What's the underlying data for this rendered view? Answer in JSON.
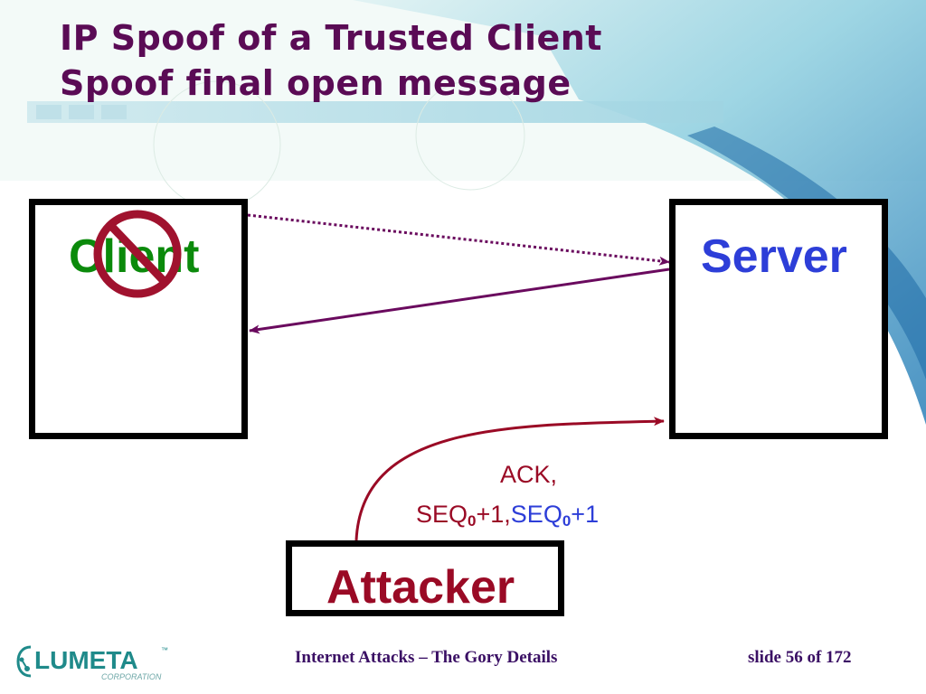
{
  "slide": {
    "title_line1": "IP Spoof of a Trusted Client",
    "title_line2": "Spoof final open message"
  },
  "diagram": {
    "client_label": "Client",
    "server_label": "Server",
    "attacker_label": "Attacker",
    "message_line1": "ACK,",
    "message_seq_a": "SEQ",
    "message_sub_a": "0",
    "message_plus_a": "+1,",
    "message_seq_b": "SEQ",
    "message_sub_b": "0",
    "message_plus_b": "+1",
    "prohibited_icon": "no-symbol-icon"
  },
  "footer": {
    "logo_text": "LUMETA",
    "logo_tm": "™",
    "logo_subtext": "CORPORATION",
    "center_text": "Internet Attacks – The Gory Details",
    "slide_number_text": "slide 56 of  172"
  },
  "colors": {
    "title": "#5a0b55",
    "client": "#0b8a0b",
    "server": "#2d3ed8",
    "attacker": "#9a0a25",
    "arrow": "#6a0a5e",
    "no_symbol": "#a0122e"
  }
}
